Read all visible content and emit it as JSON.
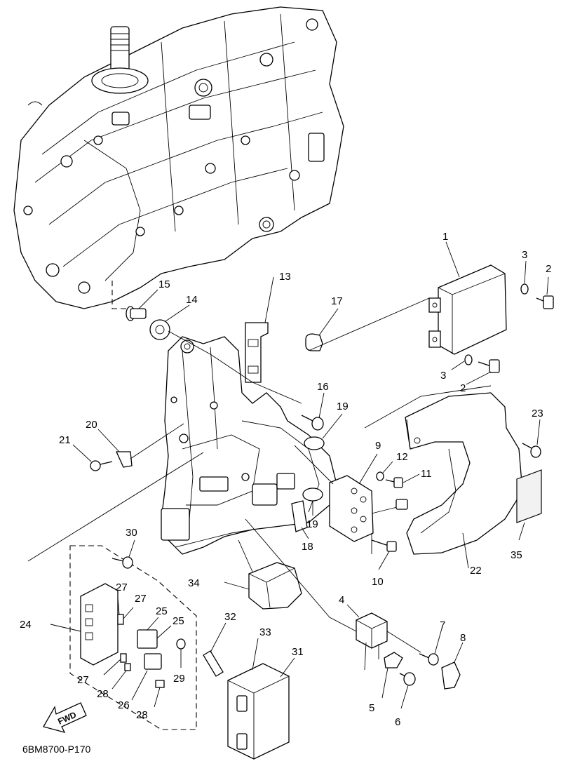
{
  "diagram_code": "6BM8700-P170",
  "fwd_label": "FWD",
  "callouts": [
    {
      "id": "c1",
      "num": "1"
    },
    {
      "id": "c2a",
      "num": "2"
    },
    {
      "id": "c2b",
      "num": "2"
    },
    {
      "id": "c3a",
      "num": "3"
    },
    {
      "id": "c3b",
      "num": "3"
    },
    {
      "id": "c4",
      "num": "4"
    },
    {
      "id": "c5",
      "num": "5"
    },
    {
      "id": "c6",
      "num": "6"
    },
    {
      "id": "c7",
      "num": "7"
    },
    {
      "id": "c8",
      "num": "8"
    },
    {
      "id": "c9",
      "num": "9"
    },
    {
      "id": "c10",
      "num": "10"
    },
    {
      "id": "c11",
      "num": "11"
    },
    {
      "id": "c12",
      "num": "12"
    },
    {
      "id": "c13",
      "num": "13"
    },
    {
      "id": "c14",
      "num": "14"
    },
    {
      "id": "c15",
      "num": "15"
    },
    {
      "id": "c16",
      "num": "16"
    },
    {
      "id": "c17",
      "num": "17"
    },
    {
      "id": "c18",
      "num": "18"
    },
    {
      "id": "c19a",
      "num": "19"
    },
    {
      "id": "c19b",
      "num": "19"
    },
    {
      "id": "c20",
      "num": "20"
    },
    {
      "id": "c21",
      "num": "21"
    },
    {
      "id": "c22",
      "num": "22"
    },
    {
      "id": "c23",
      "num": "23"
    },
    {
      "id": "c24",
      "num": "24"
    },
    {
      "id": "c25a",
      "num": "25"
    },
    {
      "id": "c25b",
      "num": "25"
    },
    {
      "id": "c26",
      "num": "26"
    },
    {
      "id": "c27a",
      "num": "27"
    },
    {
      "id": "c27b",
      "num": "27"
    },
    {
      "id": "c27c",
      "num": "27"
    },
    {
      "id": "c28a",
      "num": "28"
    },
    {
      "id": "c28b",
      "num": "28"
    },
    {
      "id": "c29",
      "num": "29"
    },
    {
      "id": "c30",
      "num": "30"
    },
    {
      "id": "c31",
      "num": "31"
    },
    {
      "id": "c32",
      "num": "32"
    },
    {
      "id": "c33",
      "num": "33"
    },
    {
      "id": "c34",
      "num": "34"
    },
    {
      "id": "c35",
      "num": "35"
    }
  ]
}
